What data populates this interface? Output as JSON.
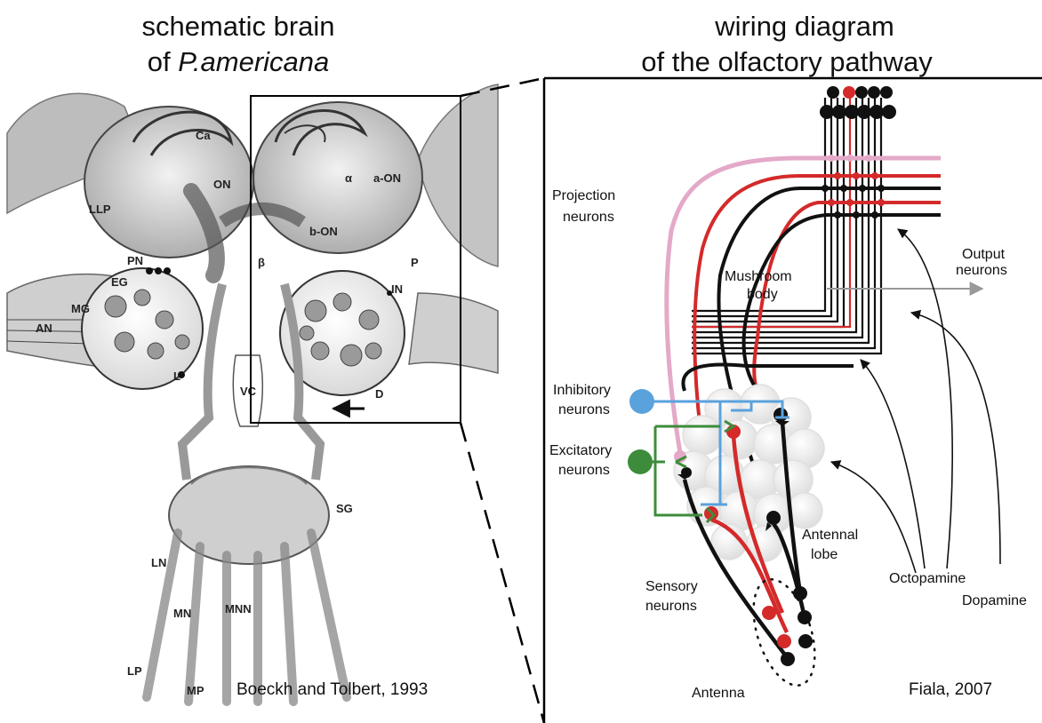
{
  "left_panel": {
    "title_line1": "schematic brain",
    "title_line2_prefix": "of ",
    "title_line2_species": "P.americana",
    "citation": "Boeckh and Tolbert, 1993",
    "brain_labels": [
      "Ca",
      "ON",
      "α",
      "a-ON",
      "LLP",
      "b-ON",
      "PN",
      "β",
      "P",
      "EG",
      "MG",
      "AN",
      "IN",
      "L",
      "VC",
      "D",
      "SG",
      "LN",
      "MNN",
      "MN",
      "LP",
      "MP"
    ]
  },
  "right_panel": {
    "title_line1": "wiring diagram",
    "title_line2": "of the olfactory pathway",
    "citation": "Fiala, 2007",
    "labels": {
      "projection_1": "Projection",
      "projection_2": "neurons",
      "output_1": "Output",
      "output_2": "neurons",
      "mushroom_1": "Mushroom",
      "mushroom_2": "body",
      "inhibitory_1": "Inhibitory",
      "inhibitory_2": "neurons",
      "excitatory_1": "Excitatory",
      "excitatory_2": "neurons",
      "antennal_1": "Antennal",
      "antennal_2": "lobe",
      "sensory_1": "Sensory",
      "sensory_2": "neurons",
      "octopamine": "Octopamine",
      "dopamine": "Dopamine",
      "antenna": "Antenna"
    }
  },
  "colors": {
    "red": "#d42a2a",
    "pink": "#e4a9c8",
    "blue": "#5aa2dc",
    "green": "#3d8c3b",
    "black": "#111111",
    "arrow_gray": "#999999"
  }
}
